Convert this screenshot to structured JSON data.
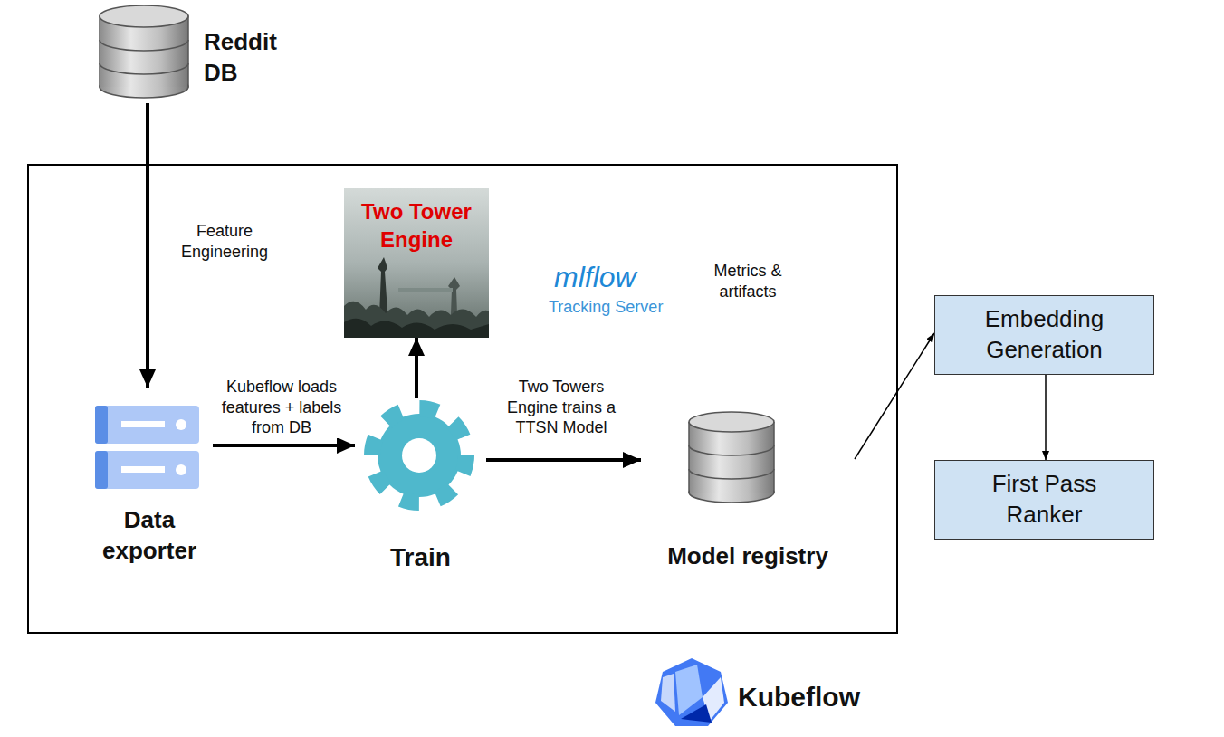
{
  "diagram": {
    "nodes": [
      {
        "text": [
          "Reddit DB"
        ]
      },
      {
        "text": [
          "Kubeflow"
        ]
      },
      {
        "text": [
          "Data exporter"
        ],
        "in": 1
      },
      {
        "text": [
          "Two Tower Engine"
        ],
        "in": 1
      },
      {
        "text": [
          "Train"
        ],
        "in": 1
      },
      {
        "text": [
          "Model registry"
        ],
        "in": 1
      },
      {
        "text": [
          "Embedding Generation"
        ]
      },
      {
        "text": [
          "First Pass Ranker"
        ]
      }
    ],
    "edges": [
      {
        "from": 0,
        "to": 2,
        "label": "Feature Engineering",
        "arrow": "to"
      },
      {
        "from": 2,
        "to": 4,
        "label": "Kubeflow loads features + labels from DB",
        "arrow": "to"
      },
      {
        "from": 4,
        "to": 3,
        "arrow": "to"
      },
      {
        "from": 4,
        "to": 5,
        "label": "Two Towers Engine trains a TTSN Model",
        "arrow": "to"
      },
      {
        "from": 5,
        "to": 6,
        "arrow": "to"
      },
      {
        "from": 6,
        "to": 7,
        "arrow": "to"
      }
    ],
    "labels": [
      "mlflow",
      "Tracking Server",
      "Metrics & artifacts"
    ]
  }
}
